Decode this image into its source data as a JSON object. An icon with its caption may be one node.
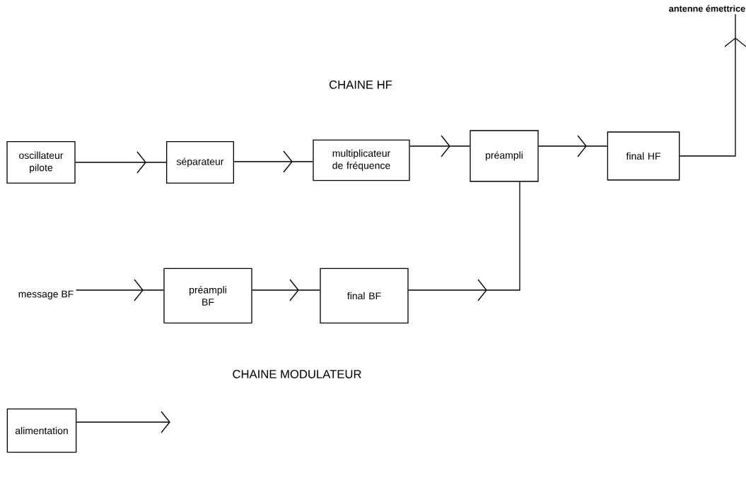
{
  "diagram": {
    "nodes": [
      {
        "text": [
          "oscillateur pilote"
        ]
      },
      {
        "text": [
          "séparateur"
        ]
      },
      {
        "text": [
          "multiplicateur de fréquence"
        ]
      },
      {
        "text": [
          "préampli"
        ]
      },
      {
        "text": [
          "final HF"
        ]
      },
      {
        "text": [
          "antenne émettrice"
        ]
      },
      {
        "text": [
          "message BF"
        ]
      },
      {
        "text": [
          "préampli BF"
        ]
      },
      {
        "text": [
          "final BF"
        ]
      },
      {
        "text": [
          "alimentation"
        ]
      }
    ],
    "edges": [
      {
        "from": 0,
        "to": 1,
        "arrow": "to"
      },
      {
        "from": 1,
        "to": 2,
        "arrow": "to"
      },
      {
        "from": 2,
        "to": 3,
        "arrow": "to"
      },
      {
        "from": 3,
        "to": 4,
        "arrow": "to"
      },
      {
        "from": 4,
        "to": 5,
        "arrow": "to"
      },
      {
        "from": 6,
        "to": 7,
        "arrow": "to"
      },
      {
        "from": 7,
        "to": 8,
        "arrow": "to"
      },
      {
        "from": 8,
        "to": 3,
        "arrow": "to"
      },
      {
        "from": 9,
        "to": null,
        "arrow": "to"
      }
    ],
    "labels": [
      "CHAINE HF",
      "CHAINE MODULATEUR"
    ]
  }
}
